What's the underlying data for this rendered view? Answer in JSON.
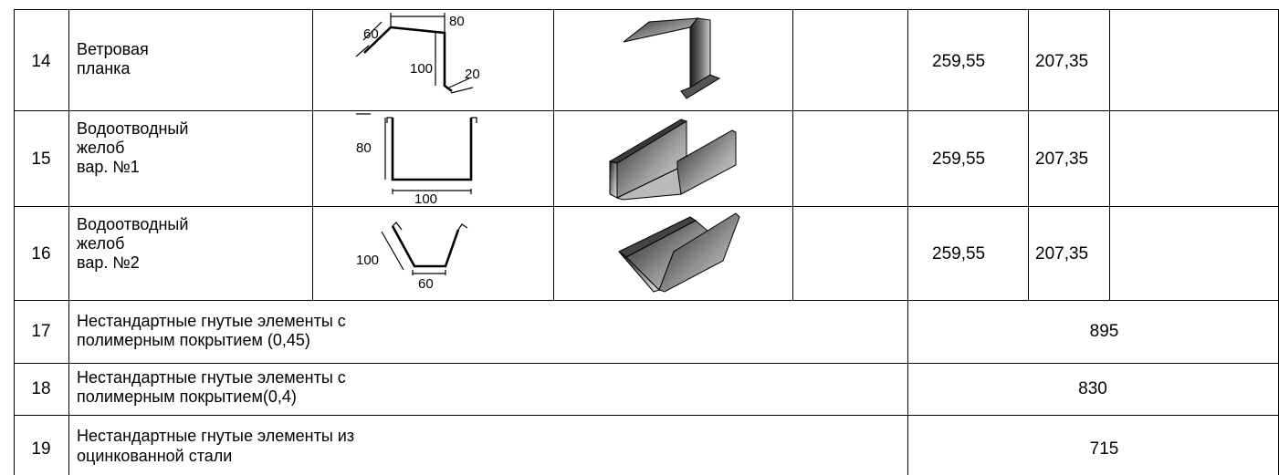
{
  "rows": [
    {
      "num": "14",
      "name_lines": [
        "Ветровая",
        "планка"
      ],
      "price1": "259,55",
      "price2": "207,35",
      "dims": [
        "60",
        "80",
        "100",
        "20"
      ]
    },
    {
      "num": "15",
      "name_lines": [
        "Водоотводный",
        "желоб",
        "вар. №1"
      ],
      "price1": "259,55",
      "price2": "207,35",
      "dims": [
        "80",
        "100"
      ]
    },
    {
      "num": "16",
      "name_lines": [
        "Водоотводный",
        "желоб",
        "вар. №2"
      ],
      "price1": "259,55",
      "price2": "207,35",
      "dims": [
        "100",
        "60"
      ]
    },
    {
      "num": "17",
      "name_lines": [
        "Нестандартные гнутые элементы с",
        "полимерным покрытием (0,45)"
      ],
      "price": "895"
    },
    {
      "num": "18",
      "name_lines": [
        "Нестандартные гнутые элементы с",
        "полимерным покрытием(0,4)"
      ],
      "price": "830"
    },
    {
      "num": "19",
      "name_lines": [
        "Нестандартные гнутые элементы из",
        "оцинкованной стали"
      ],
      "price": "715"
    }
  ]
}
